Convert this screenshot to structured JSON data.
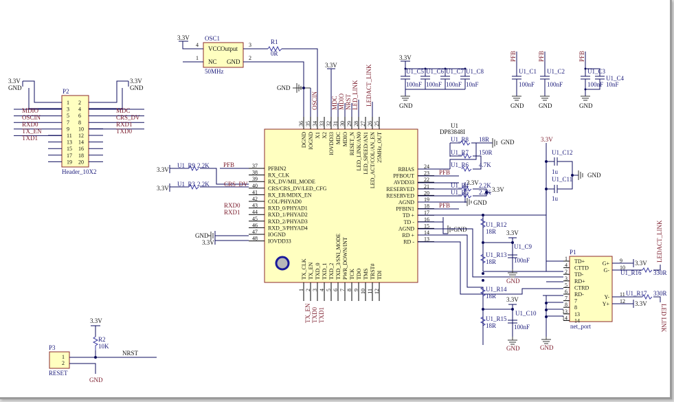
{
  "schematic": {
    "power_labels": {
      "vcc": "3.3V",
      "gnd": "GND",
      "pfb": "PFB"
    },
    "osc": {
      "ref": "OSC1",
      "value": "50MHz",
      "pins": {
        "vcc": "VCC",
        "output": "Output",
        "nc": "NC",
        "gnd": "GND"
      },
      "pin_numbers": [
        "4",
        "3",
        "1",
        "2"
      ]
    },
    "r1": {
      "ref": "R1",
      "value": "0R"
    },
    "p2": {
      "ref": "P2",
      "value": "Header_10X2",
      "left_pins": [
        "1",
        "3",
        "5",
        "7",
        "9",
        "11",
        "13",
        "15",
        "17",
        "19"
      ],
      "right_pins": [
        "2",
        "4",
        "6",
        "8",
        "10",
        "12",
        "14",
        "16",
        "18",
        "20"
      ],
      "left_nets": [
        "MDIO",
        "OSCIN",
        "RXD0",
        "TX_EN",
        "TXD1"
      ],
      "right_nets": [
        "MDC",
        "CRS_DV",
        "RXD1",
        "TXD0"
      ]
    },
    "u1": {
      "ref": "U1",
      "value": "DP83848I",
      "left_pins": [
        {
          "num": "37",
          "name": "PFBIN2"
        },
        {
          "num": "38",
          "name": "RX_CLK"
        },
        {
          "num": "39",
          "name": "RX_DV/MII_MODE"
        },
        {
          "num": "40",
          "name": "CRS/CRS_DV/LED_CFG"
        },
        {
          "num": "41",
          "name": "RX_ER/MDIX_EN"
        },
        {
          "num": "42",
          "name": "COL/PHYAD0"
        },
        {
          "num": "43",
          "name": "RXD_0/PHYAD1"
        },
        {
          "num": "44",
          "name": "RXD_1/PHYAD2"
        },
        {
          "num": "45",
          "name": "RXD_2/PHYAD3"
        },
        {
          "num": "46",
          "name": "RXD_3/PHYAD4"
        },
        {
          "num": "47",
          "name": "IOGND"
        },
        {
          "num": "48",
          "name": "IOVDD33"
        }
      ],
      "top_pins": [
        {
          "num": "36",
          "name": "DGND"
        },
        {
          "num": "35",
          "name": "IOGND"
        },
        {
          "num": "34",
          "name": "X1"
        },
        {
          "num": "33",
          "name": "X2"
        },
        {
          "num": "32",
          "name": "IOVDD33"
        },
        {
          "num": "31",
          "name": "MDC"
        },
        {
          "num": "30",
          "name": "MDIO"
        },
        {
          "num": "29",
          "name": "RESET_N"
        },
        {
          "num": "28",
          "name": "LED_LINK/AN0"
        },
        {
          "num": "27",
          "name": "LED_SPEED/AN1"
        },
        {
          "num": "26",
          "name": "LED_ACT/COL/AN_EN"
        },
        {
          "num": "25",
          "name": "25MHz_OUT"
        }
      ],
      "right_pins": [
        {
          "num": "24",
          "name": "RBIAS"
        },
        {
          "num": "23",
          "name": "PFBOUT"
        },
        {
          "num": "22",
          "name": "AVDD33"
        },
        {
          "num": "21",
          "name": "RESERVED"
        },
        {
          "num": "20",
          "name": "RESERVED"
        },
        {
          "num": "19",
          "name": "AGND"
        },
        {
          "num": "18",
          "name": "PFBIN1"
        },
        {
          "num": "17",
          "name": "TD +"
        },
        {
          "num": "16",
          "name": "TD -"
        },
        {
          "num": "15",
          "name": "AGND"
        },
        {
          "num": "14",
          "name": "RD +"
        },
        {
          "num": "13",
          "name": "RD -"
        }
      ],
      "bottom_pins": [
        {
          "num": "1",
          "name": "TX_CLK"
        },
        {
          "num": "2",
          "name": "TX_EN"
        },
        {
          "num": "3",
          "name": "TXD_0"
        },
        {
          "num": "4",
          "name": "TXD_1"
        },
        {
          "num": "5",
          "name": "TXD_2"
        },
        {
          "num": "6",
          "name": "TXD_3/SNI_MODE"
        },
        {
          "num": "7",
          "name": "PWR_DOWN/INT"
        },
        {
          "num": "8",
          "name": "TCK"
        },
        {
          "num": "9",
          "name": "TDO"
        },
        {
          "num": "10",
          "name": "TMS"
        },
        {
          "num": "11",
          "name": "TRST#"
        },
        {
          "num": "12",
          "name": "TDI"
        }
      ],
      "top_nets": [
        "OSCIN",
        "MDC",
        "MDIO",
        "NRST",
        "LED_LINK",
        "LEDACT_LINK"
      ],
      "left_nets": [
        "PFB",
        "CRS_DV",
        "RXD0",
        "RXD1"
      ],
      "right_nets": [
        "PFB",
        "PFB"
      ],
      "bottom_nets": [
        "TX_EN",
        "TXD0",
        "TXD1"
      ]
    },
    "resistors": [
      {
        "ref": "U1_R9",
        "value": "2.2K"
      },
      {
        "ref": "U1_R3",
        "value": "2.2K"
      },
      {
        "ref": "U1_R8",
        "value": "18R"
      },
      {
        "ref": "U1_R7",
        "value": "150R"
      },
      {
        "ref": "U1_R6",
        "value": "4.7K"
      },
      {
        "ref": "U1_R4",
        "value": "2.2K"
      },
      {
        "ref": "U1_R5",
        "value": "2.2K"
      },
      {
        "ref": "U1_R12",
        "value": "18R"
      },
      {
        "ref": "U1_R13",
        "value": "18R"
      },
      {
        "ref": "U1_R14",
        "value": "18R"
      },
      {
        "ref": "U1_R15",
        "value": "18R"
      },
      {
        "ref": "U1_R16",
        "value": "330R"
      },
      {
        "ref": "U1_R17",
        "value": "330R"
      },
      {
        "ref": "R2",
        "value": "10K"
      }
    ],
    "capacitors": [
      {
        "ref": "U1_C5",
        "value": "100nF"
      },
      {
        "ref": "U1_C6",
        "value": "100nF"
      },
      {
        "ref": "U1_C7",
        "value": "100nF"
      },
      {
        "ref": "U1_C8",
        "value": "10nF"
      },
      {
        "ref": "U1_C1",
        "value": "100nF"
      },
      {
        "ref": "U1_C2",
        "value": "100nF"
      },
      {
        "ref": "U1_C3",
        "value": "100nF"
      },
      {
        "ref": "U1_C4",
        "value": "10nF"
      },
      {
        "ref": "U1_C9",
        "value": "100nF"
      },
      {
        "ref": "U1_C10",
        "value": "100nF"
      },
      {
        "ref": "U1_C12",
        "value": "1u"
      },
      {
        "ref": "U1_C11",
        "value": "1u"
      }
    ],
    "p1": {
      "ref": "P1",
      "value": "net_port",
      "left_pins": [
        {
          "num": "1",
          "name": "TD+"
        },
        {
          "num": "4",
          "name": "CTTD"
        },
        {
          "num": "2",
          "name": "TD-"
        },
        {
          "num": "3",
          "name": "RD+"
        },
        {
          "num": "5",
          "name": "CTRD"
        },
        {
          "num": "6",
          "name": "RD-"
        },
        {
          "num": "7",
          "name": "7"
        },
        {
          "num": "8",
          "name": "8"
        },
        {
          "num": "13",
          "name": "13"
        },
        {
          "num": "14",
          "name": "14"
        }
      ],
      "right_pins": [
        {
          "num": "9",
          "name": "G+"
        },
        {
          "num": "10",
          "name": "G-"
        },
        {
          "num": "11",
          "name": "Y-"
        },
        {
          "num": "12",
          "name": "Y+"
        }
      ],
      "nets": [
        "LEDACT_LINK",
        "LED LINK"
      ]
    },
    "p3": {
      "ref": "P3",
      "value": "RESET",
      "pins": [
        "1",
        "2"
      ],
      "net": "NRST"
    }
  }
}
